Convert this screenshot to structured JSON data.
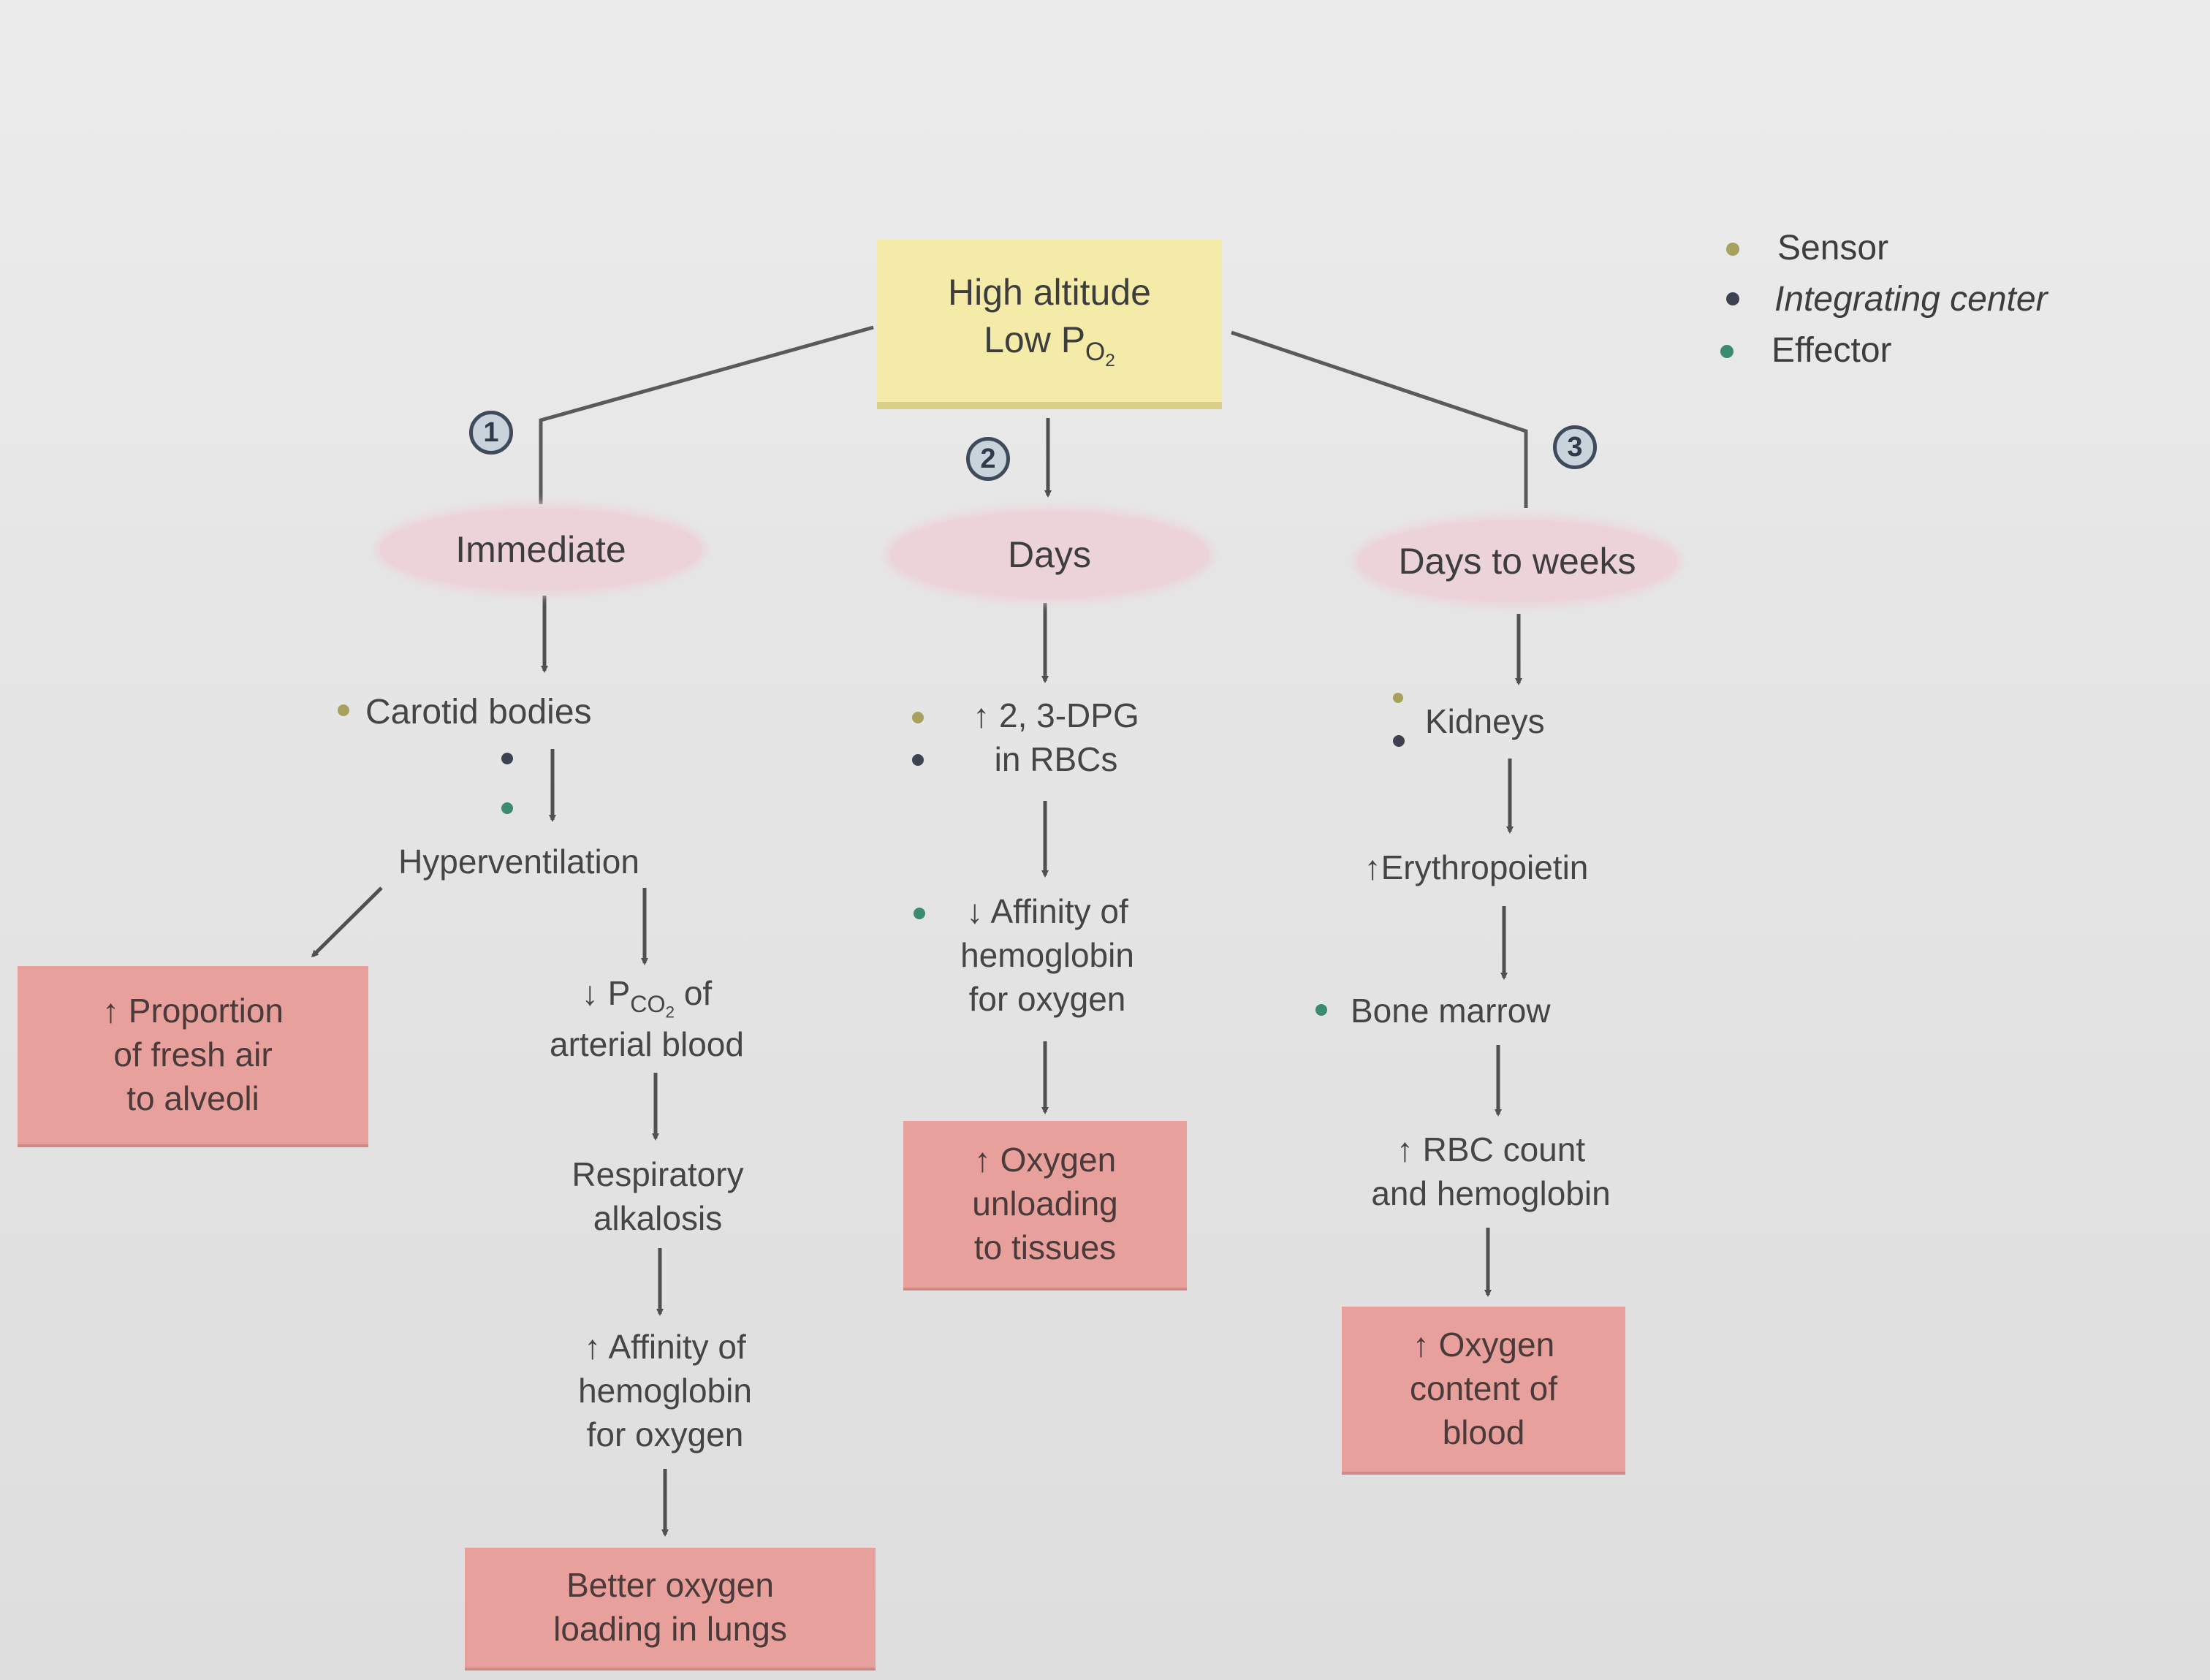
{
  "top": {
    "line1": "High altitude",
    "line2": "Low P",
    "sub1": "O",
    "sub2": "2"
  },
  "legend": [
    {
      "label": "Sensor",
      "color": "#a6a15c"
    },
    {
      "label": "Integrating center",
      "color": "#3e4150"
    },
    {
      "label": "Effector",
      "color": "#3c8a72"
    }
  ],
  "steps": {
    "one": "1",
    "two": "2",
    "three": "3"
  },
  "col1": {
    "phase": "Immediate",
    "carotid": "Carotid bodies",
    "hyper": "Hyperventilation",
    "proportion": {
      "arrow": "↑",
      "l1": "Proportion",
      "l2": "of fresh air",
      "l2b": "to alveoli"
    },
    "pco2": {
      "arrow": "↓",
      "p": "P",
      "sub": "CO",
      "sub2": "2",
      "of": " of",
      "l2": "arterial blood"
    },
    "resp": {
      "l1": "Respiratory",
      "l2": "alkalosis"
    },
    "affinity": {
      "arrow": "↑",
      "l1": "Affinity of",
      "l2": "hemoglobin",
      "l3": "for oxygen"
    },
    "better": {
      "l1": "Better oxygen",
      "l2": "loading in lungs"
    }
  },
  "col2": {
    "phase": "Days",
    "dpg": {
      "arrow": "↑",
      "l1": "2, 3-DPG",
      "l2": "in RBCs"
    },
    "affinity": {
      "arrow": "↓",
      "l1": "Affinity of",
      "l2": "hemoglobin",
      "l3": "for oxygen"
    },
    "unload": {
      "arrow": "↑",
      "l1": "Oxygen",
      "l2": "unloading",
      "l3": "to tissues"
    }
  },
  "col3": {
    "phase": "Days to weeks",
    "kidneys": "Kidneys",
    "epo": {
      "arrow": "↑",
      "l1": "Erythropoietin"
    },
    "marrow": "Bone marrow",
    "rbc": {
      "arrow": "↑",
      "l1": "RBC count",
      "l2": "and hemoglobin"
    },
    "content": {
      "arrow": "↑",
      "l1": "Oxygen",
      "l2": "content of",
      "l3": "blood"
    }
  }
}
